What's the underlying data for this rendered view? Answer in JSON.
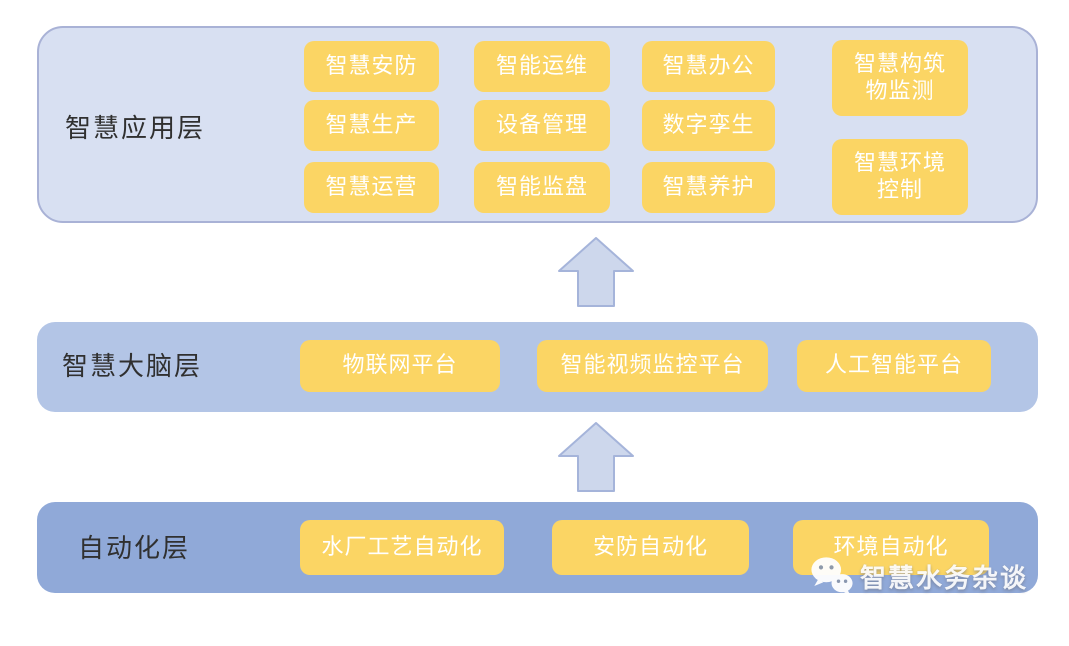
{
  "diagram": {
    "title_context": "smart-water-architecture-diagram",
    "layers": {
      "application": {
        "label": "智慧应用层",
        "boxes": {
          "r1c1": "智慧安防",
          "r1c2": "智能运维",
          "r1c3": "智慧办公",
          "r2c1": "智慧生产",
          "r2c2": "设备管理",
          "r2c3": "数字孪生",
          "r3c1": "智慧运营",
          "r3c2": "智能监盘",
          "r3c3": "智慧养护",
          "c4b1": [
            "智慧构筑",
            "物监测"
          ],
          "c4b2": [
            "智慧环境",
            "控制"
          ]
        }
      },
      "brain": {
        "label": "智慧大脑层",
        "boxes": [
          "物联网平台",
          "智能视频监控平台",
          "人工智能平台"
        ]
      },
      "automation": {
        "label": "自动化层",
        "boxes": [
          "水厂工艺自动化",
          "安防自动化",
          "环境自动化"
        ]
      }
    },
    "arrows": {
      "direction": "up",
      "count": 2
    }
  },
  "watermark": {
    "icon": "wechat-icon",
    "text": "智慧水务杂谈"
  },
  "colors": {
    "layer_application_bg": "#d8e0f2",
    "layer_application_border": "#a9b2d6",
    "layer_brain_bg": "#b3c5e6",
    "layer_automation_bg": "#90a9d8",
    "item_box_bg": "#fbd564",
    "item_box_text": "#ffffff",
    "layer_label_text": "#303030",
    "arrow_fill": "#cdd7ec",
    "arrow_border": "#a5b4da",
    "page_bg": "#ffffff"
  }
}
